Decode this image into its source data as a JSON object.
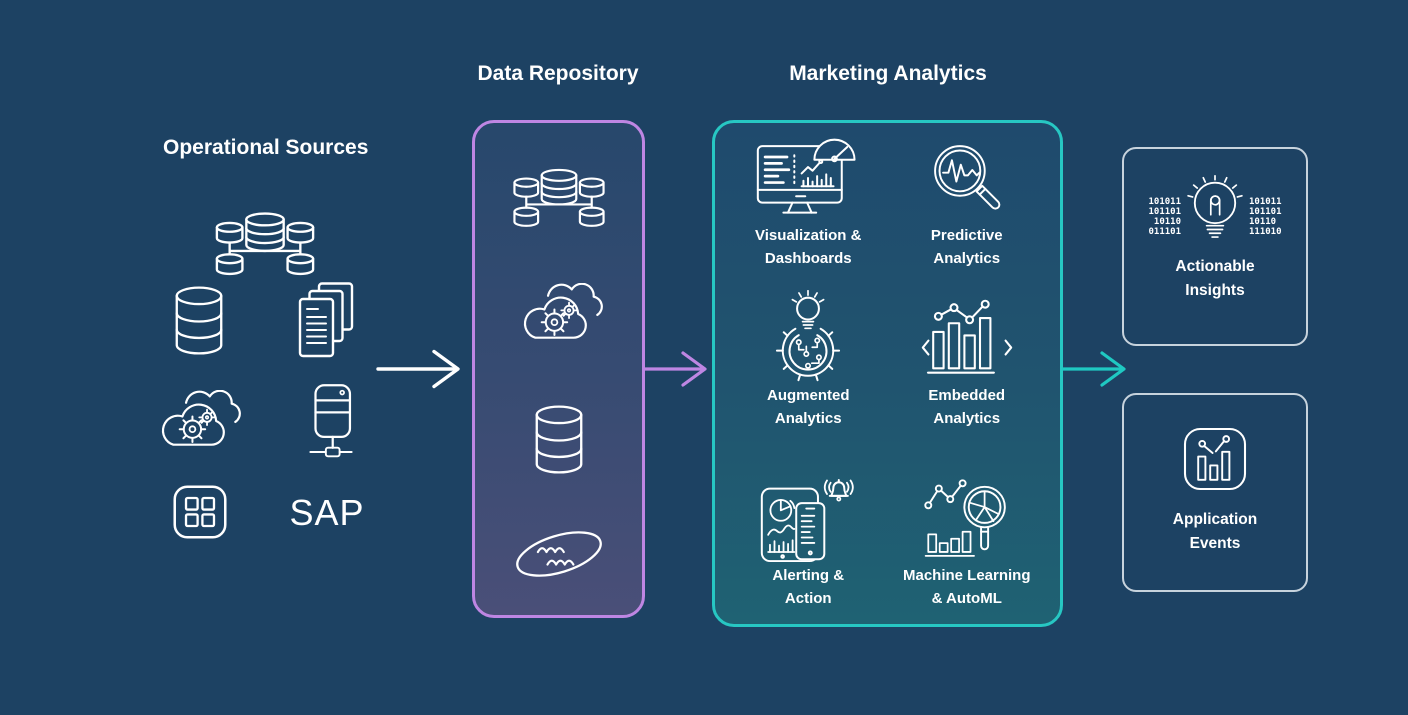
{
  "colors": {
    "background": "#1D4263",
    "accent_purple": "#BE86E3",
    "accent_teal": "#27C7C3",
    "line_white": "#FFFFFF",
    "output_box_border": "#C7D3DD"
  },
  "operational_sources": {
    "title": "Operational Sources",
    "sap_label": "SAP",
    "icons": [
      "database-cluster-icon",
      "database-icon",
      "documents-icon",
      "cloud-gears-icon",
      "server-icon",
      "app-grid-icon"
    ]
  },
  "data_repository": {
    "title": "Data Repository",
    "icons": [
      "database-cluster-icon",
      "cloud-gears-icon",
      "database-icon",
      "data-lake-icon"
    ]
  },
  "marketing_analytics": {
    "title": "Marketing Analytics",
    "items": [
      {
        "label": "Visualization &\nDashboards",
        "icon": "dashboard-monitor-icon"
      },
      {
        "label": "Predictive\nAnalytics",
        "icon": "magnifier-trend-icon"
      },
      {
        "label": "Augmented\nAnalytics",
        "icon": "gear-lightbulb-icon"
      },
      {
        "label": "Embedded\nAnalytics",
        "icon": "embedded-bar-chart-icon"
      },
      {
        "label": "Alerting &\nAction",
        "icon": "devices-alert-bell-icon"
      },
      {
        "label": "Machine Learning\n& AutoML",
        "icon": "ml-magnifier-chart-icon"
      }
    ]
  },
  "outputs": [
    {
      "label": "Actionable\nInsights",
      "icon": "lightbulb-binary-icon",
      "binary_left": "101011\n101101\n10110\n011101",
      "binary_right": "101011\n101101\n10110\n111010"
    },
    {
      "label": "Application\nEvents",
      "icon": "app-events-chart-icon"
    }
  ]
}
